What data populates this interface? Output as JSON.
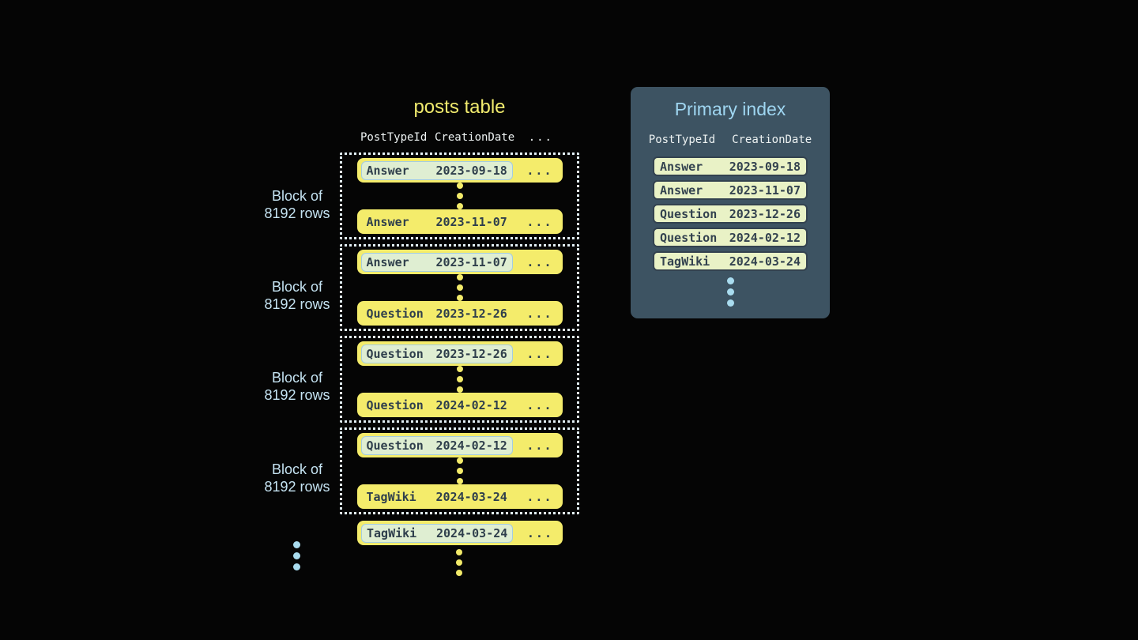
{
  "colors": {
    "background": "#050505",
    "row_yellow": "#F4EC6B",
    "row_text": "#2F3F4C",
    "highlight_fill": "#DFEED2",
    "highlight_border": "#A3CCE2",
    "block_border": "#E3F0F6",
    "posts_title": "#F1EB6E",
    "block_label": "#C5E3F2",
    "panel_background": "#3D5362",
    "panel_title": "#9FD6F1",
    "index_row_fill": "#E9F2C6",
    "index_row_border": "#33424F",
    "blue_dot": "#A9DCEF",
    "yellow_dot": "#F2EA6A"
  },
  "posts_table": {
    "title": "posts table",
    "headers": {
      "col1": "PostTypeId",
      "col2": "CreationDate",
      "col3": "..."
    },
    "ellipsis": "...",
    "block_label": {
      "line1": "Block of",
      "line2": "8192 rows"
    },
    "blocks": [
      {
        "first": {
          "type": "Answer",
          "date": "2023-09-18"
        },
        "last": {
          "type": "Answer",
          "date": "2023-11-07"
        }
      },
      {
        "first": {
          "type": "Answer",
          "date": "2023-11-07"
        },
        "last": {
          "type": "Question",
          "date": "2023-12-26"
        }
      },
      {
        "first": {
          "type": "Question",
          "date": "2023-12-26"
        },
        "last": {
          "type": "Question",
          "date": "2024-02-12"
        }
      },
      {
        "first": {
          "type": "Question",
          "date": "2024-02-12"
        },
        "last": {
          "type": "TagWiki",
          "date": "2024-03-24"
        }
      }
    ],
    "overflow_row": {
      "type": "TagWiki",
      "date": "2024-03-24"
    }
  },
  "primary_index": {
    "title": "Primary index",
    "headers": {
      "col1": "PostTypeId",
      "col2": "CreationDate"
    },
    "rows": [
      {
        "type": "Answer",
        "date": "2023-09-18"
      },
      {
        "type": "Answer",
        "date": "2023-11-07"
      },
      {
        "type": "Question",
        "date": "2023-12-26"
      },
      {
        "type": "Question",
        "date": "2024-02-12"
      },
      {
        "type": "TagWiki",
        "date": "2024-03-24"
      }
    ]
  }
}
